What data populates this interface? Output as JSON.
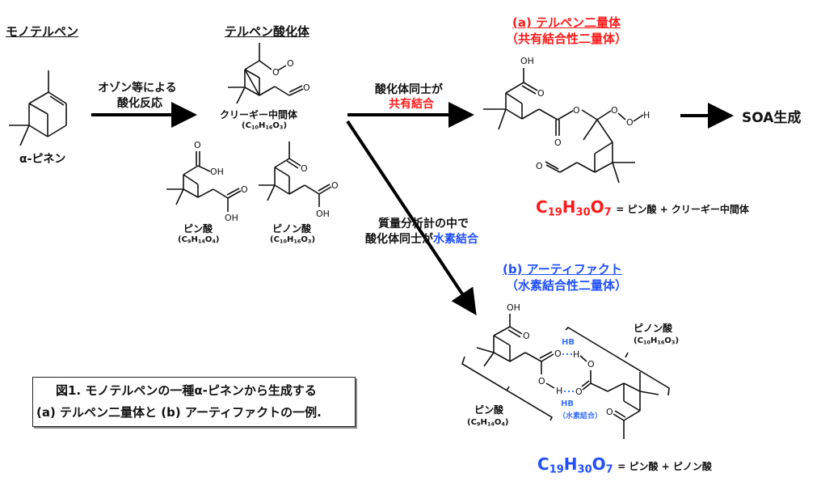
{
  "headings": {
    "monoterpene": "モノテルペン",
    "terpene_oxide": "テルペン酸化体",
    "dimer_a_title": "(a) テルペン二量体",
    "dimer_a_subtitle": "（共有結合性二量体）",
    "artifact_b_title": "(b) アーティファクト",
    "artifact_b_subtitle": "（水素結合性二量体）",
    "soa": "SOA生成"
  },
  "compounds": {
    "alpha_pinene": "α-ピネン",
    "criegee": "クリーギー中間体",
    "criegee_formula": {
      "pre": "(C",
      "n1": "10",
      "h": "H",
      "n2": "16",
      "o": "O",
      "n3": "3",
      "post": ")"
    },
    "pinic_acid": "ピン酸",
    "pinic_formula": {
      "pre": "(C",
      "n1": "9",
      "h": "H",
      "n2": "14",
      "o": "O",
      "n3": "4",
      "post": ")"
    },
    "pinonic_acid": "ピノン酸",
    "pinonic_formula": {
      "pre": "(C",
      "n1": "10",
      "h": "H",
      "n2": "16",
      "o": "O",
      "n3": "3",
      "post": ")"
    }
  },
  "arrows": {
    "ozone_line1": "オゾン等による",
    "ozone_line2": "酸化反応",
    "covalent_line1": "酸化体同士が",
    "covalent_line2": "共有結合",
    "hbond_line1": "質量分析計の中で",
    "hbond_line2_prefix": "酸化体同士が",
    "hbond_line2_highlight": "水素結合"
  },
  "formulas": {
    "dimer": {
      "c": "C",
      "n1": "19",
      "h": "H",
      "n2": "30",
      "o": "O",
      "n3": "7"
    },
    "dimer_a_eq": "= ピン酸 + クリーギー中間体",
    "dimer_b_eq": "= ピン酸 + ピノン酸"
  },
  "hbond": {
    "hb_label": "HB",
    "hb_note": "（水素結合）"
  },
  "atoms": {
    "O": "O",
    "OH": "OH",
    "H": "H"
  },
  "caption": {
    "line1": "図1. モノテルペンの一種α-ピネンから生成する",
    "line2": "(a) テルペン二量体と (b) アーティファクトの一例."
  },
  "colors": {
    "covalent": "#ff1a1a",
    "hydrogen_bond": "#1f4fff"
  }
}
